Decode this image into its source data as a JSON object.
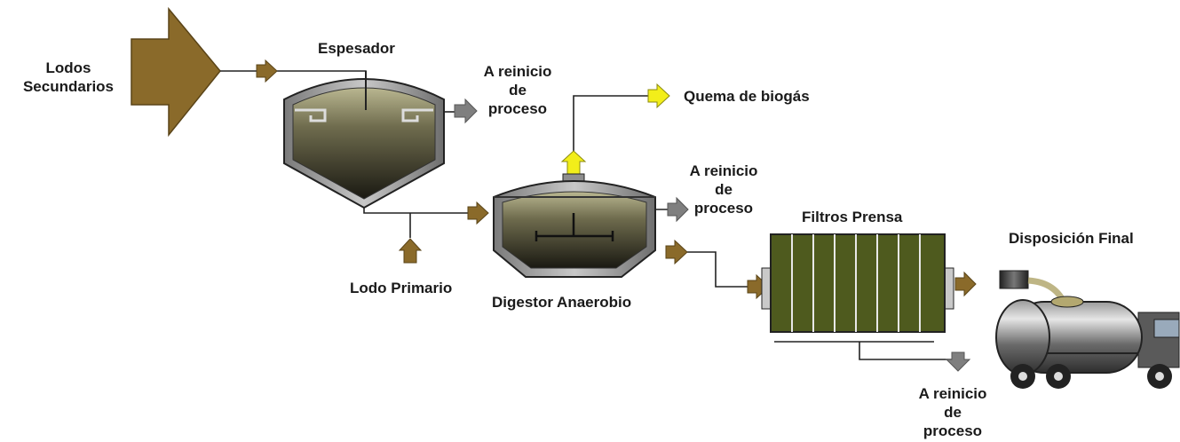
{
  "labels": {
    "lodos_secundarios": [
      "Lodos",
      "Secundarios"
    ],
    "espesador": "Espesador",
    "reinicio_1": [
      "A reinicio",
      "de",
      "proceso"
    ],
    "quema_biogas": "Quema de biogás",
    "reinicio_2": [
      "A reinicio",
      "de",
      "proceso"
    ],
    "filtros_prensa": "Filtros Prensa",
    "disposicion_final": "Disposición Final",
    "lodo_primario": "Lodo Primario",
    "digestor": "Digestor Anaerobio",
    "reinicio_3": [
      "A reinicio",
      "de",
      "proceso"
    ]
  },
  "colors": {
    "brown_arrow": "#8a6a2a",
    "gray_arrow": "#7f7f7f",
    "yellow_arrow": "#f2ee1a",
    "sludge_top": "#b8b58e",
    "sludge_dark": "#1f1e14",
    "tank_shell": "#9a9a9a",
    "filter_plate": "#4e5a1e",
    "truck_body": "#6a6a6a"
  }
}
